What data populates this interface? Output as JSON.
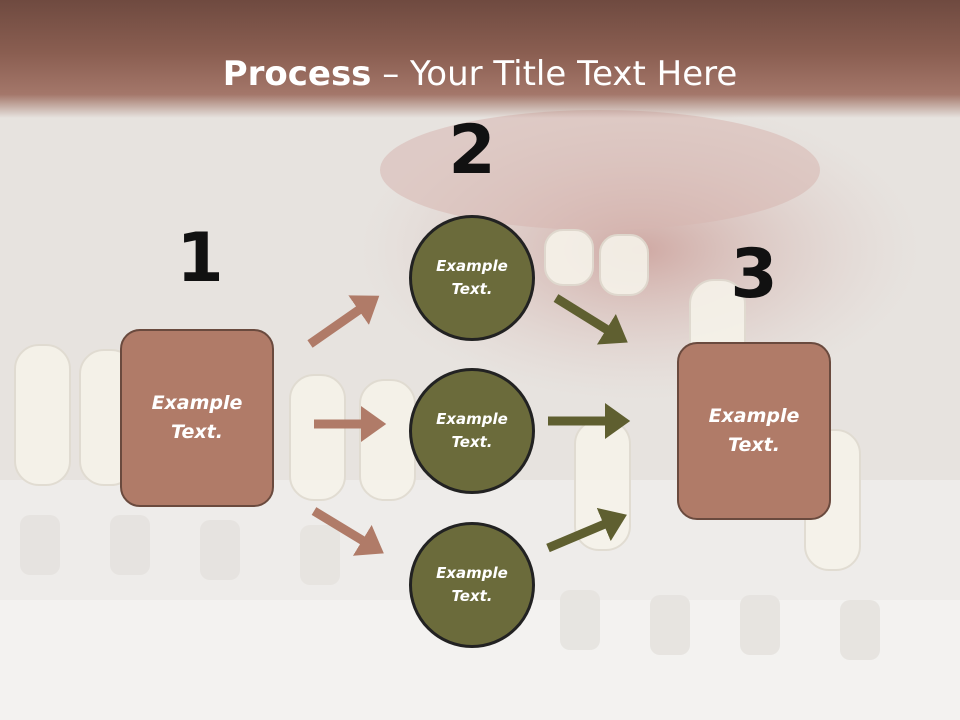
{
  "title": {
    "bold": "Process",
    "rest": " – Your Title Text Here"
  },
  "steps": {
    "one": "1",
    "two": "2",
    "three": "3"
  },
  "boxes": {
    "left": "Example\nText.",
    "right": "Example\nText."
  },
  "circles": [
    "Example\nText.",
    "Example\nText.",
    "Example\nText."
  ],
  "colors": {
    "box_fill": "#b07b68",
    "circle_fill": "#6b6b3b",
    "arrow_left": "#b07b68",
    "arrow_right": "#5f5f30",
    "title_bar": "#8a5e51"
  }
}
